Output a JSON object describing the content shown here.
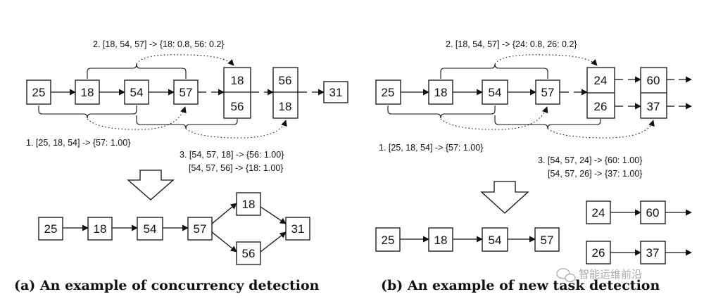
{
  "panel_a": {
    "caption": "(a) An example of concurrency detection",
    "top": {
      "nodes": [
        "25",
        "18",
        "54",
        "57"
      ],
      "split1": [
        "18",
        "56"
      ],
      "split2": [
        "56",
        "18"
      ],
      "tail": "31"
    },
    "rules": {
      "r1": "1. [25, 18, 54] -> {57: 1.00}",
      "r2": "2. [18, 54, 57] -> {18: 0.8, 56: 0.2}",
      "r3a": "3. [54, 57, 18] -> {56: 1.00}",
      "r3b": "[54, 57, 56] -> {18: 1.00}"
    },
    "bottom": {
      "nodes": [
        "25",
        "18",
        "54",
        "57"
      ],
      "branch": [
        "18",
        "56"
      ],
      "join": "31"
    }
  },
  "panel_b": {
    "caption": "(b) An example of new task detection",
    "top": {
      "nodes": [
        "25",
        "18",
        "54",
        "57"
      ],
      "split1": [
        "24",
        "26"
      ],
      "split2": [
        "60",
        "37"
      ]
    },
    "rules": {
      "r1": "1. [25, 18, 54] -> {57: 1.00}",
      "r2": "2. [18, 54, 57] -> {24: 0.8, 26: 0.2}",
      "r3a": "3. [54, 57, 24] -> {60: 1.00}",
      "r3b": "[54, 57, 26] -> {37: 1.00}"
    },
    "bottom": {
      "nodes": [
        "25",
        "18",
        "54",
        "57"
      ],
      "task1": [
        "24",
        "60"
      ],
      "task2": [
        "26",
        "37"
      ]
    }
  },
  "watermark": "智能运维前沿"
}
